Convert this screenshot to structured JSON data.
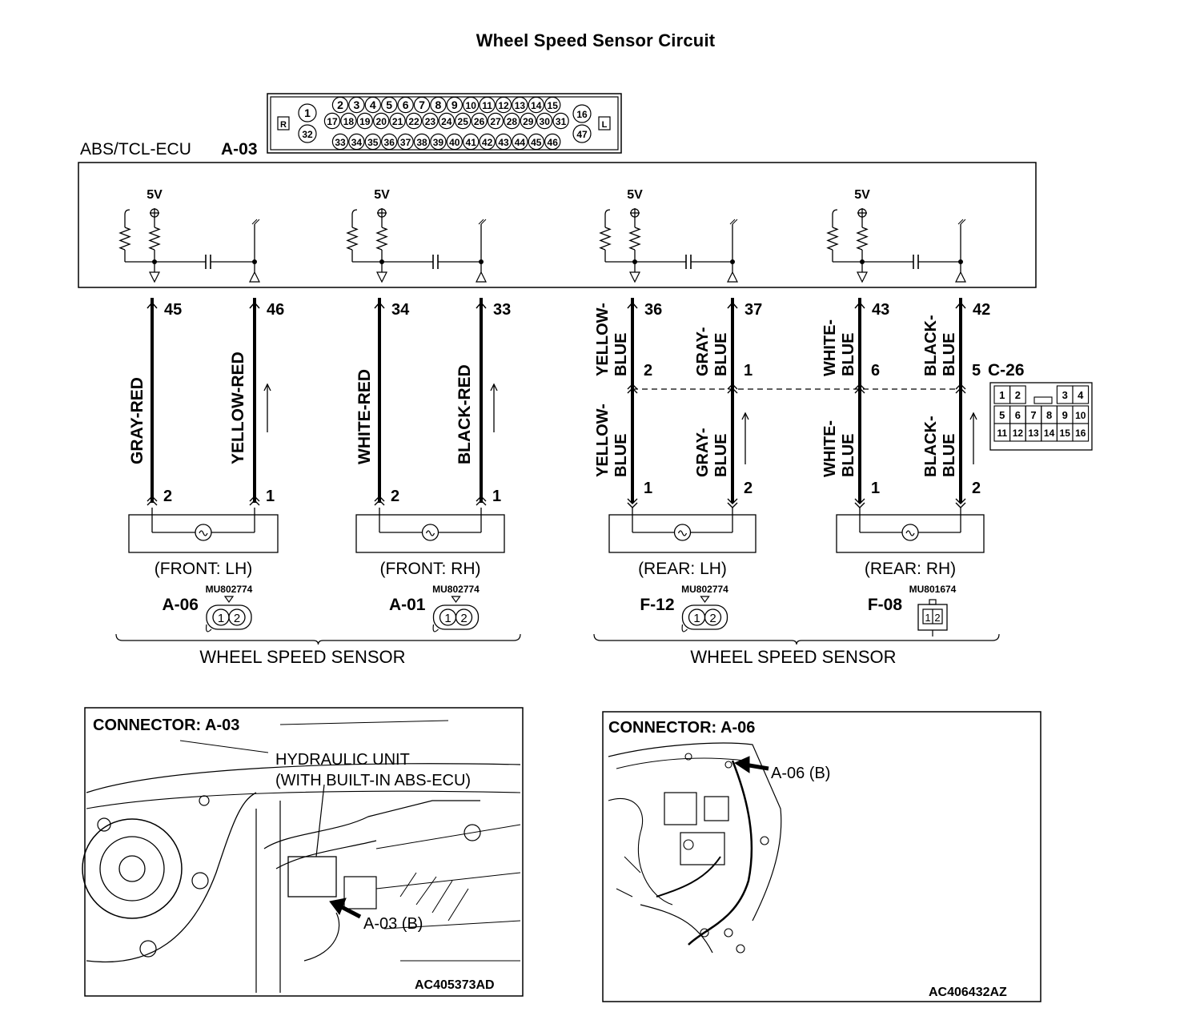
{
  "title": "Wheel Speed Sensor Circuit",
  "ecu": {
    "label": "ABS/TCL-ECU",
    "connector_id": "A-03",
    "pinout": {
      "left_marker": "R",
      "right_marker": "L",
      "row1": [
        "2",
        "3",
        "4",
        "5",
        "6",
        "7",
        "8",
        "9",
        "10",
        "11",
        "12",
        "13",
        "14",
        "15"
      ],
      "row2": [
        "17",
        "18",
        "19",
        "20",
        "21",
        "22",
        "23",
        "24",
        "25",
        "26",
        "27",
        "28",
        "29",
        "30",
        "31"
      ],
      "row3": [
        "33",
        "34",
        "35",
        "36",
        "37",
        "38",
        "39",
        "40",
        "41",
        "42",
        "43",
        "44",
        "45",
        "46"
      ],
      "left_pins": [
        "1",
        "32"
      ],
      "right_pins": [
        "16",
        "47"
      ]
    }
  },
  "supply_label": "5V",
  "front_sensors": [
    {
      "pins": [
        "45",
        "46"
      ],
      "wires": [
        "GRAY-RED",
        "YELLOW-RED"
      ],
      "sensor_pins": [
        "2",
        "1"
      ],
      "position": "(FRONT: LH)",
      "connector": "A-06",
      "part": "MU802774",
      "pins_glyph": [
        "1",
        "2"
      ]
    },
    {
      "pins": [
        "34",
        "33"
      ],
      "wires": [
        "WHITE-RED",
        "BLACK-RED"
      ],
      "sensor_pins": [
        "2",
        "1"
      ],
      "position": "(FRONT: RH)",
      "connector": "A-01",
      "part": "MU802774",
      "pins_glyph": [
        "1",
        "2"
      ]
    }
  ],
  "rear_sensors": [
    {
      "pins": [
        "36",
        "37"
      ],
      "upper_wires": [
        [
          "YELLOW-",
          "BLUE"
        ],
        [
          "GRAY-",
          "BLUE"
        ]
      ],
      "mid_pins": [
        "2",
        "1"
      ],
      "lower_wires": [
        [
          "YELLOW-",
          "BLUE"
        ],
        [
          "GRAY-",
          "BLUE"
        ]
      ],
      "sensor_pins": [
        "1",
        "2"
      ],
      "position": "(REAR: LH)",
      "connector": "F-12",
      "part": "MU802774",
      "pins_glyph": [
        "1",
        "2"
      ]
    },
    {
      "pins": [
        "43",
        "42"
      ],
      "upper_wires": [
        [
          "WHITE-",
          "BLUE"
        ],
        [
          "BLACK-",
          "BLUE"
        ]
      ],
      "mid_pins": [
        "6",
        "5"
      ],
      "lower_wires": [
        [
          "WHITE-",
          "BLUE"
        ],
        [
          "BLACK-",
          "BLUE"
        ]
      ],
      "sensor_pins": [
        "1",
        "2"
      ],
      "position": "(REAR: RH)",
      "connector": "F-08",
      "part": "MU801674",
      "pins_glyph": [
        "1",
        "2"
      ]
    }
  ],
  "intermediate_connector": {
    "id": "C-26",
    "grid": [
      [
        "1",
        "2",
        "",
        "",
        "3",
        "4"
      ],
      [
        "5",
        "6",
        "7",
        "8",
        "9",
        "10"
      ],
      [
        "11",
        "12",
        "13",
        "14",
        "15",
        "16"
      ]
    ]
  },
  "group_labels": [
    "WHEEL SPEED SENSOR",
    "WHEEL SPEED SENSOR"
  ],
  "views": [
    {
      "header": "CONNECTOR: A-03",
      "callout_line1": "HYDRAULIC UNIT",
      "callout_line2": "(WITH BUILT-IN ABS-ECU)",
      "arrow_label": "A-03 (B)",
      "code": "AC405373AD"
    },
    {
      "header": "CONNECTOR: A-06",
      "arrow_label": "A-06 (B)",
      "code": "AC406432AZ"
    }
  ]
}
